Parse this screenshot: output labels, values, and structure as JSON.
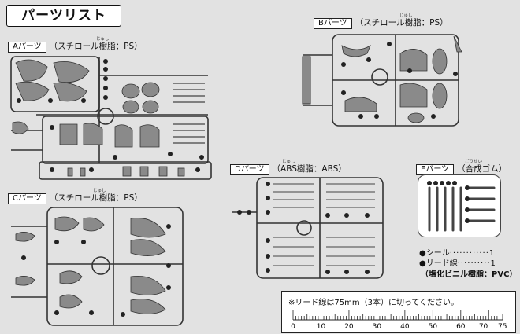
{
  "title": "パーツリスト",
  "sections": {
    "a": {
      "box": "Aパーツ",
      "material": "（スチロール樹脂：PS）"
    },
    "b": {
      "box": "Bパーツ",
      "material": "（スチロール樹脂：PS）"
    },
    "c": {
      "box": "Cパーツ",
      "material": "（スチロール樹脂：PS）"
    },
    "d": {
      "box": "Dパーツ",
      "material": "（ABS樹脂：ABS）"
    },
    "e": {
      "box": "Eパーツ",
      "material": "（合成ゴム）"
    }
  },
  "ruby": {
    "jushi": "じゅし",
    "gosei": "ごうせい"
  },
  "extras": {
    "seal_label": "●シール",
    "seal_count": "1",
    "lead_label": "●リード線",
    "lead_count": "1",
    "lead_material": "（塩化ビニル樹脂：PVC）"
  },
  "ruler": {
    "note": "※リード線は75mm（3本）に切ってください。",
    "labels": [
      "0",
      "10",
      "20",
      "30",
      "40",
      "50",
      "60",
      "70",
      "75"
    ]
  }
}
